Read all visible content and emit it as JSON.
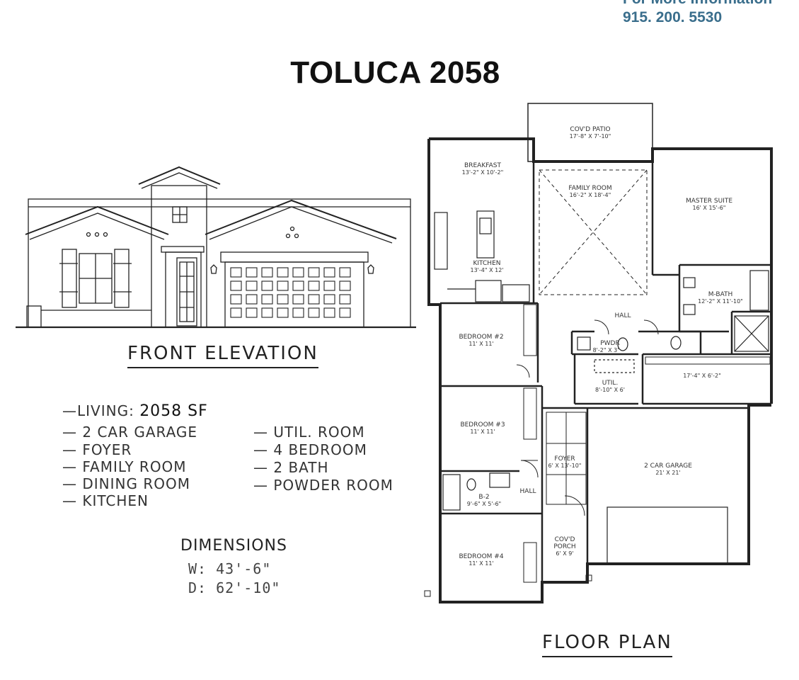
{
  "contact": {
    "line1": "For More Information",
    "phone": "915. 200. 5530"
  },
  "title": "TOLUCA 2058",
  "front_elevation_label": "FRONT ELEVATION",
  "floor_plan_label": "FLOOR PLAN",
  "features": {
    "living_prefix": "—LIVING:",
    "living_value": "2058 SF",
    "left": [
      "— 2 CAR GARAGE",
      "— FOYER",
      "— FAMILY ROOM",
      "— DINING ROOM",
      "— KITCHEN"
    ],
    "right": [
      "— UTIL. ROOM",
      "— 4 BEDROOM",
      "— 2 BATH",
      "— POWDER ROOM"
    ]
  },
  "dimensions": {
    "heading": "DIMENSIONS",
    "width": "W:  43'-6\"",
    "depth": "D:  62'-10\""
  },
  "rooms": {
    "patio": {
      "name": "COV'D PATIO",
      "size": "17'-8\" X 7'-10\""
    },
    "breakfast": {
      "name": "BREAKFAST",
      "size": "13'-2\" X 10'-2\""
    },
    "family": {
      "name": "FAMILY ROOM",
      "size": "16'-2\" X 18'-4\""
    },
    "master": {
      "name": "MASTER SUITE",
      "size": "16' X 15'-6\""
    },
    "kitchen": {
      "name": "KITCHEN",
      "size": "13'-4\" X 12'"
    },
    "mbath": {
      "name": "M-BATH",
      "size": "12'-2\" X 11'-10\""
    },
    "hall1": {
      "name": "HALL"
    },
    "bed2": {
      "name": "BEDROOM #2",
      "size": "11' X 11'"
    },
    "pwdr": {
      "name": "PWDR",
      "size": "8'-2\" X 3'"
    },
    "closet": {
      "size": "17'-4\" X 6'-2\""
    },
    "util": {
      "name": "UTIL.",
      "size": "8'-10\" X 6'"
    },
    "bed3": {
      "name": "BEDROOM #3",
      "size": "11' X 11'"
    },
    "foyer": {
      "name": "FOYER",
      "size": "6' X 13'-10\""
    },
    "garage": {
      "name": "2 CAR GARAGE",
      "size": "21' X 21'"
    },
    "b2": {
      "name": "B-2",
      "size": "9'-6\" X 5'-6\""
    },
    "hall2": {
      "name": "HALL"
    },
    "porch": {
      "name1": "COV'D",
      "name2": "PORCH",
      "size": "6' X 9'"
    },
    "bed4": {
      "name": "BEDROOM #4",
      "size": "11' X 11'"
    }
  }
}
